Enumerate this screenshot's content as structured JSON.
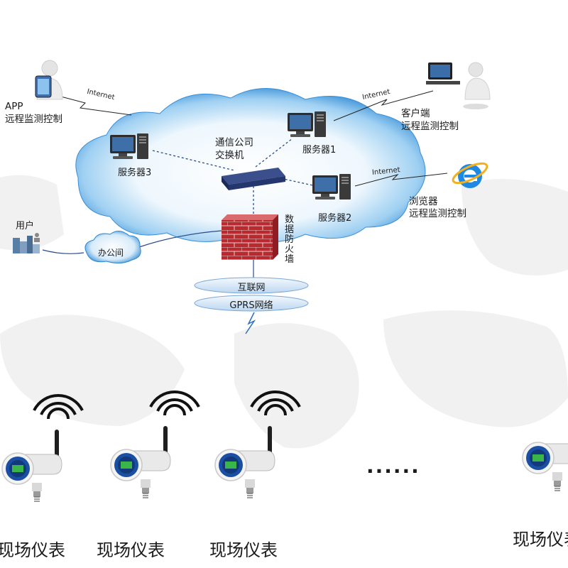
{
  "colors": {
    "cloud": "#1e7fd0",
    "cloud_light": "#e9f4fc",
    "network_link": "#2a4c8a",
    "firewall": "#b2272d",
    "pill": "#cfe3f5",
    "map": "#f1f1f1"
  },
  "nodes": {
    "app": {
      "title": "APP",
      "subtitle": "远程监测控制",
      "icon": "tablet-user-icon"
    },
    "client": {
      "title": "客户端",
      "subtitle": "远程监测控制",
      "icon": "desk-user-icon"
    },
    "browser": {
      "title": "浏览器",
      "subtitle": "远程监测控制",
      "icon": "ie-browser-icon"
    },
    "switch": {
      "line1": "通信公司",
      "line2": "交换机",
      "icon": "network-switch-icon"
    },
    "server1": {
      "label": "服务器1",
      "icon": "server-computer-icon"
    },
    "server2": {
      "label": "服务器2",
      "icon": "server-computer-icon"
    },
    "server3": {
      "label": "服务器3",
      "icon": "server-computer-icon"
    },
    "user": {
      "label": "用户",
      "icon": "buildings-icon"
    },
    "office": {
      "label": "办公间",
      "icon": "small-cloud-icon"
    },
    "firewall": {
      "label": "数据防火墙",
      "icon": "brick-firewall-icon"
    }
  },
  "links": {
    "internet1": "Internet",
    "internet2": "Internet",
    "internet3": "Internet"
  },
  "layers": {
    "internet": "互联网",
    "gprs": "GPRS网络"
  },
  "field": {
    "device_label": "现场仪表",
    "ellipsis": "......",
    "devices": [
      {
        "label": "现场仪表"
      },
      {
        "label": "现场仪表"
      },
      {
        "label": "现场仪表"
      },
      {
        "label": "现场仪表"
      }
    ]
  }
}
